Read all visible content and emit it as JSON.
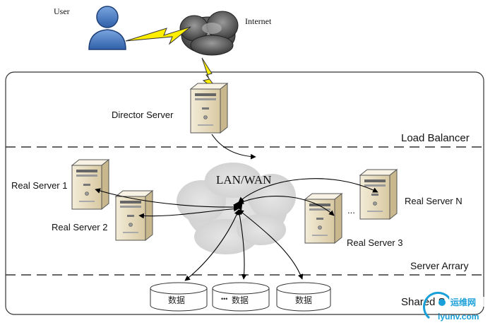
{
  "labels": {
    "user": "User",
    "internet": "Internet",
    "director_server": "Director Server",
    "lan_wan": "LAN/WAN",
    "load_balancer": "Load Balancer",
    "server_array": "Server Arrary",
    "shared_storage": "Shared S",
    "real_server_1": "Real Server 1",
    "real_server_2": "Real Server 2",
    "real_server_3": "Real Server 3",
    "real_server_n": "Real Server N",
    "ellipsis": "...",
    "db_1": "数据",
    "db_2": "数据",
    "db_3": "数据",
    "db_2_dots": "•••"
  },
  "watermark": {
    "text_top": "运维网",
    "text_bottom": "iyunv.com"
  },
  "colors": {
    "lightning": "#ffee00",
    "cloud": "#d9d9d9",
    "user_icon": "#4b7fc8",
    "server_tan": "#e8dcc0",
    "watermark": "#1aa0d8"
  }
}
